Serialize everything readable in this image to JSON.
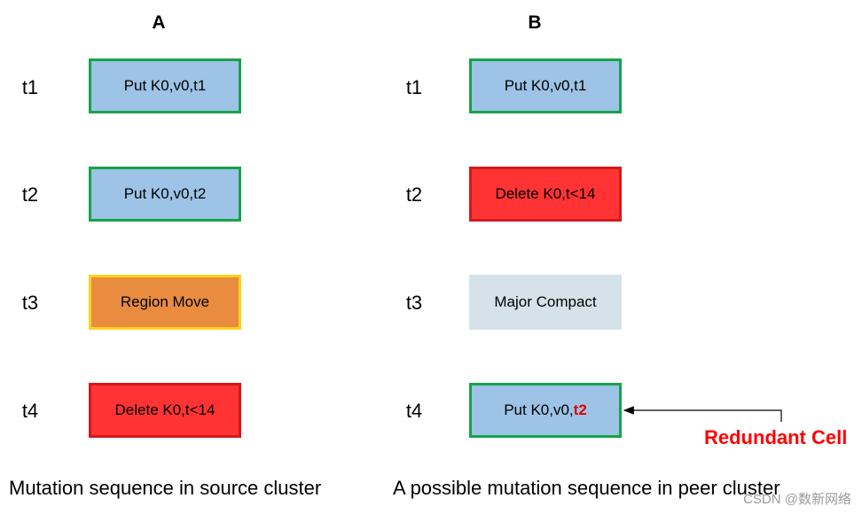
{
  "columns": {
    "a": {
      "header": "A",
      "caption": "Mutation sequence in source cluster"
    },
    "b": {
      "header": "B",
      "caption": "A possible mutation sequence in peer cluster"
    }
  },
  "time_labels": [
    "t1",
    "t2",
    "t3",
    "t4"
  ],
  "sequence_a": [
    {
      "label": "Put K0,v0,t1",
      "kind": "put"
    },
    {
      "label": "Put K0,v0,t2",
      "kind": "put"
    },
    {
      "label": "Region Move",
      "kind": "move"
    },
    {
      "label": "Delete K0,t<14",
      "kind": "delete"
    }
  ],
  "sequence_b": [
    {
      "label": "Put K0,v0,t1",
      "kind": "put"
    },
    {
      "label": "Delete K0,t<14",
      "kind": "delete"
    },
    {
      "label": "Major Compact",
      "kind": "compact"
    },
    {
      "label_prefix": "Put K0,v0,",
      "label_highlight": "t2",
      "kind": "put"
    }
  ],
  "annotation": {
    "text": "Redundant Cell",
    "color": "#ff0000"
  },
  "watermark": "CSDN @数新网络",
  "colors": {
    "put_fill": "#9dc3e6",
    "put_border": "#17a34a",
    "delete_fill": "#ff3333",
    "move_fill": "#e98c3f",
    "move_border": "#ffd21a",
    "compact_fill": "#d6e2ea",
    "highlight": "#e00000"
  }
}
